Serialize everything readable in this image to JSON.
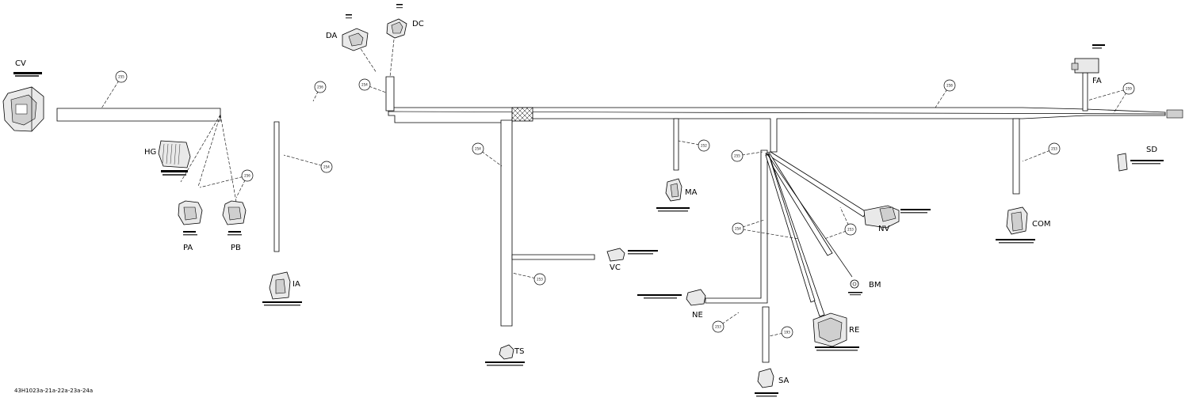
{
  "labels": {
    "CV": "CV",
    "HG": "HG",
    "PA": "PA",
    "PB": "PB",
    "IA": "IA",
    "DA": "DA",
    "DC": "DC",
    "TS": "TS",
    "VC": "VC",
    "MA": "MA",
    "NE": "NE",
    "SA": "SA",
    "RE": "RE",
    "BM": "BM",
    "NV": "NV",
    "COM": "COM",
    "FA": "FA",
    "SD": "SD"
  },
  "drawing_number": "43H1023a-21a-22a-23a-24a"
}
